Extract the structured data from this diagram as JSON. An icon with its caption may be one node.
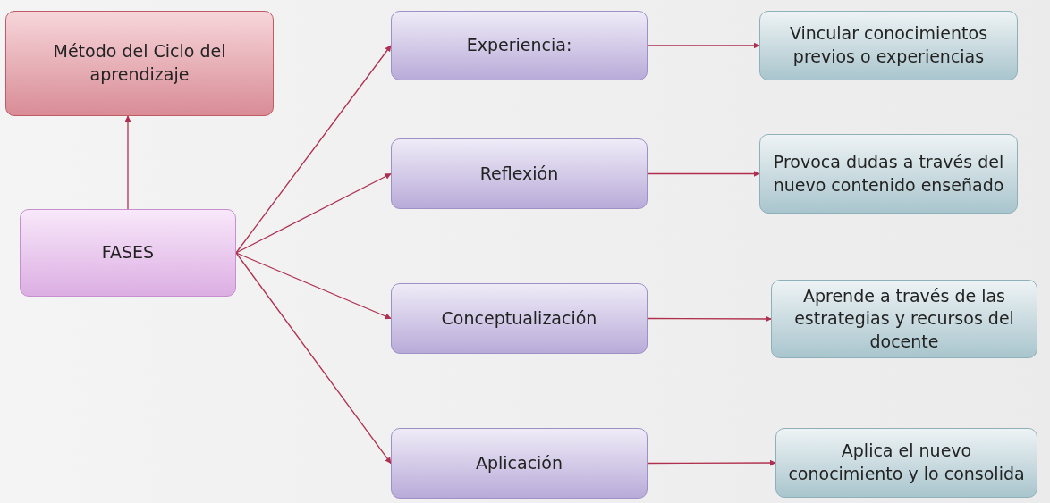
{
  "diagram": {
    "nodes": [
      {
        "text": [
          "Método del Ciclo del aprendizaje"
        ]
      },
      {
        "text": [
          "FASES"
        ]
      },
      {
        "text": [
          "Experiencia:"
        ]
      },
      {
        "text": [
          "Reflexión"
        ]
      },
      {
        "text": [
          "Conceptualización"
        ]
      },
      {
        "text": [
          "Aplicación"
        ]
      },
      {
        "text": [
          "Vincular conocimientos previos o experiencias"
        ]
      },
      {
        "text": [
          "Provoca dudas a través del nuevo contenido enseñado"
        ]
      },
      {
        "text": [
          "Aprende a través de las estrategias y recursos del docente"
        ]
      },
      {
        "text": [
          "Aplica el nuevo conocimiento y lo consolida"
        ]
      }
    ],
    "edges": [
      {
        "from": 1,
        "to": 0,
        "arrow": "to"
      },
      {
        "from": 1,
        "to": 2,
        "arrow": "to"
      },
      {
        "from": 1,
        "to": 3,
        "arrow": "to"
      },
      {
        "from": 1,
        "to": 4,
        "arrow": "to"
      },
      {
        "from": 1,
        "to": 5,
        "arrow": "to"
      },
      {
        "from": 2,
        "to": 6,
        "arrow": "to"
      },
      {
        "from": 3,
        "to": 7,
        "arrow": "to"
      },
      {
        "from": 4,
        "to": 8,
        "arrow": "to"
      },
      {
        "from": 5,
        "to": 9,
        "arrow": "to"
      }
    ]
  }
}
